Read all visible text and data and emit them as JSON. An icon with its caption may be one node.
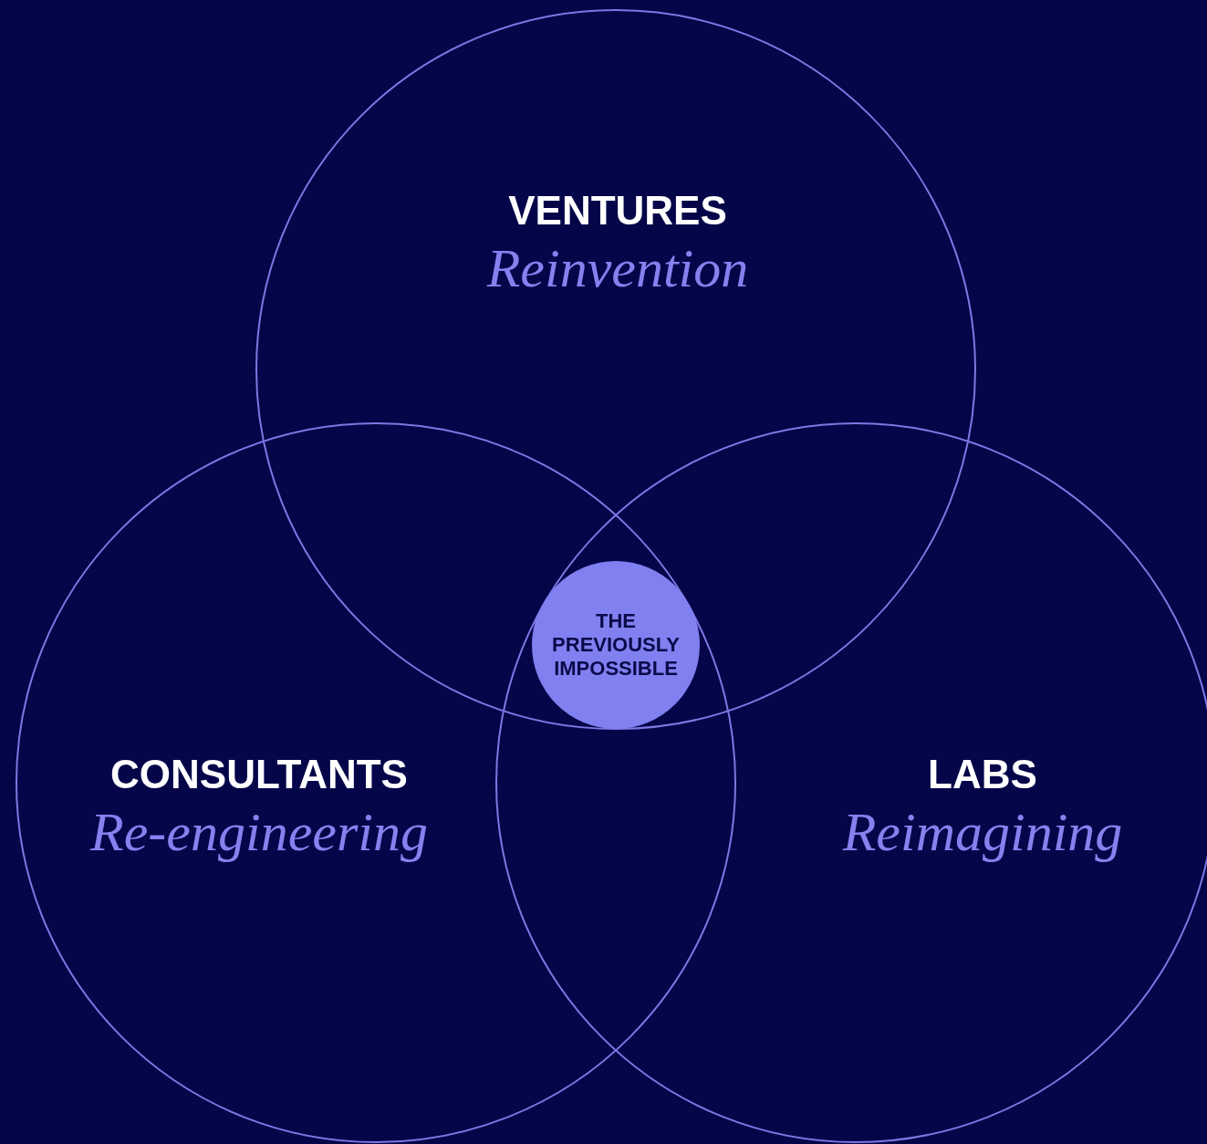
{
  "diagram": {
    "nodes": [
      {
        "text": [
          "VENTURES",
          "Reinvention"
        ]
      },
      {
        "text": [
          "THE PREVIOUSLY IMPOSSIBLE"
        ]
      },
      {
        "text": [
          "CONSULTANTS",
          "Re-engineering"
        ]
      },
      {
        "text": [
          "LABS",
          "Reimagining"
        ]
      }
    ]
  }
}
